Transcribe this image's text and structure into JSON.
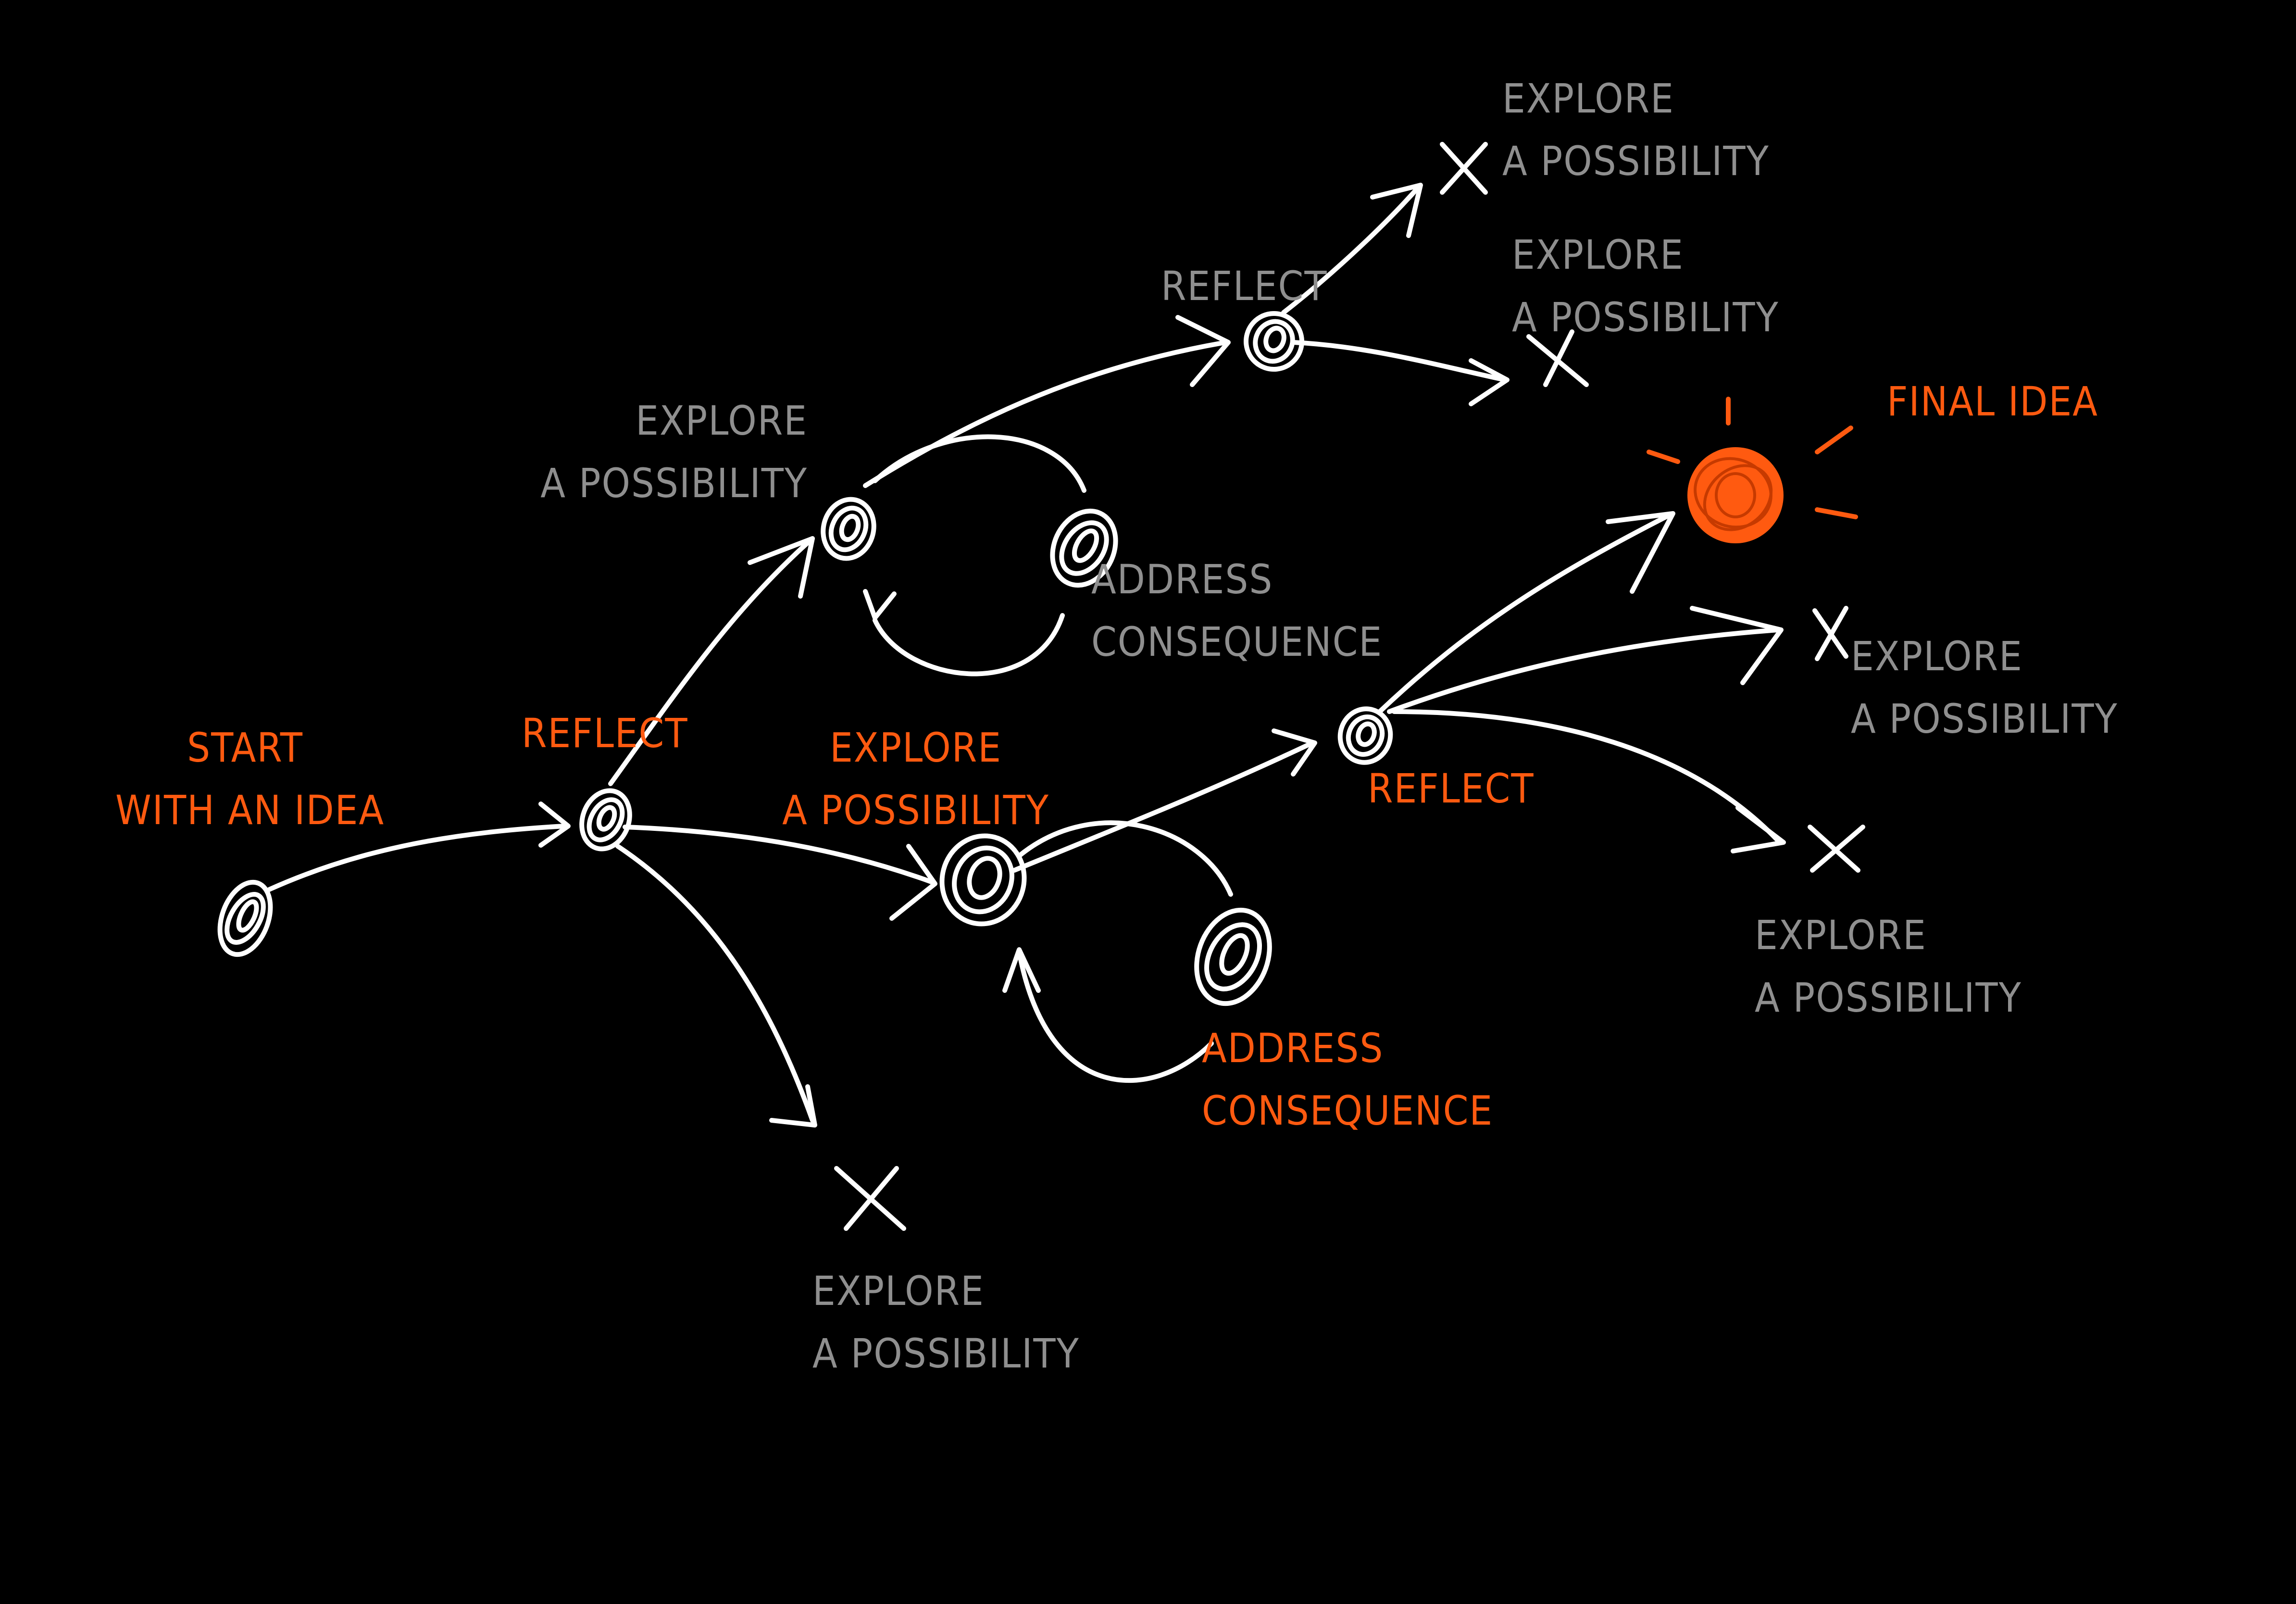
{
  "colors": {
    "background": "#000000",
    "stroke": "#ffffff",
    "accent": "#ff5a10",
    "muted": "#8f8f8f"
  },
  "labels": {
    "start": [
      "START",
      "WITH AN IDEA"
    ],
    "reflect_1": [
      "REFLECT"
    ],
    "explore_upper": [
      "EXPLORE",
      "A POSSIBILITY"
    ],
    "explore_middle": [
      "EXPLORE",
      "A POSSIBILITY"
    ],
    "explore_lower": [
      "EXPLORE",
      "A POSSIBILITY"
    ],
    "address_upper": [
      "ADDRESS",
      "CONSEQUENCE"
    ],
    "address_lower": [
      "ADDRESS",
      "CONSEQUENCE"
    ],
    "reflect_top": [
      "REFLECT"
    ],
    "reflect_right": [
      "REFLECT"
    ],
    "explore_top_1": [
      "EXPLORE",
      "A POSSIBILITY"
    ],
    "explore_top_2": [
      "EXPLORE",
      "A POSSIBILITY"
    ],
    "final_idea": [
      "FINAL IDEA"
    ],
    "explore_right_1": [
      "EXPLORE",
      "A POSSIBILITY"
    ],
    "explore_right_2": [
      "EXPLORE",
      "A POSSIBILITY"
    ]
  }
}
